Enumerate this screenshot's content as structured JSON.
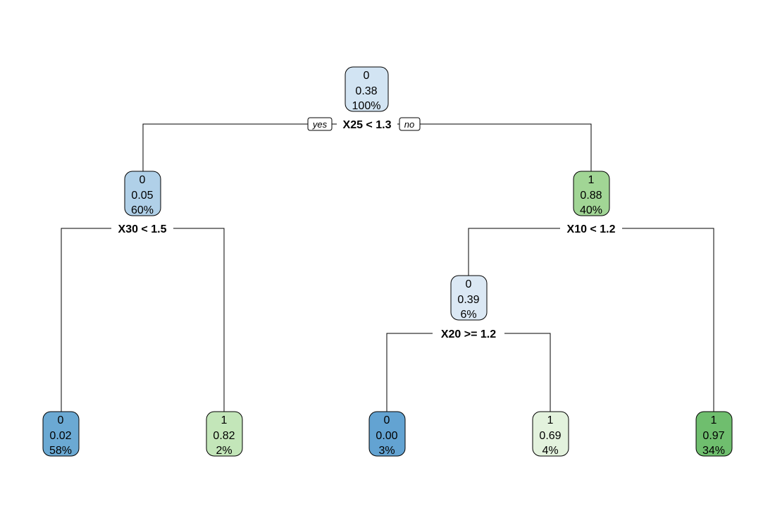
{
  "edge_labels": {
    "yes": "yes",
    "no": "no"
  },
  "colors": {
    "edge": "#000000",
    "label_box_fill": "#ffffff"
  },
  "nodes": [
    {
      "id": "root",
      "cls": "0",
      "prob": "0.38",
      "pct": "100%",
      "fill": "#d2e4f3",
      "split": "X25 < 1.3"
    },
    {
      "id": "n2",
      "cls": "0",
      "prob": "0.05",
      "pct": "60%",
      "fill": "#b0d0e8",
      "split": "X30 < 1.5"
    },
    {
      "id": "n3",
      "cls": "1",
      "prob": "0.88",
      "pct": "40%",
      "fill": "#a1d595",
      "split": "X10 < 1.2"
    },
    {
      "id": "n4",
      "cls": "0",
      "prob": "0.02",
      "pct": "58%",
      "fill": "#6ba9d3",
      "split": ""
    },
    {
      "id": "n5",
      "cls": "1",
      "prob": "0.82",
      "pct": "2%",
      "fill": "#c3e6b9",
      "split": ""
    },
    {
      "id": "n6",
      "cls": "0",
      "prob": "0.39",
      "pct": "6%",
      "fill": "#dbe8f4",
      "split": "X20 >= 1.2"
    },
    {
      "id": "n7",
      "cls": "1",
      "prob": "0.97",
      "pct": "34%",
      "fill": "#6fbe6e",
      "split": ""
    },
    {
      "id": "n12",
      "cls": "0",
      "prob": "0.00",
      "pct": "3%",
      "fill": "#63a3d2",
      "split": ""
    },
    {
      "id": "n13",
      "cls": "1",
      "prob": "0.69",
      "pct": "4%",
      "fill": "#e3f2dd",
      "split": ""
    }
  ]
}
